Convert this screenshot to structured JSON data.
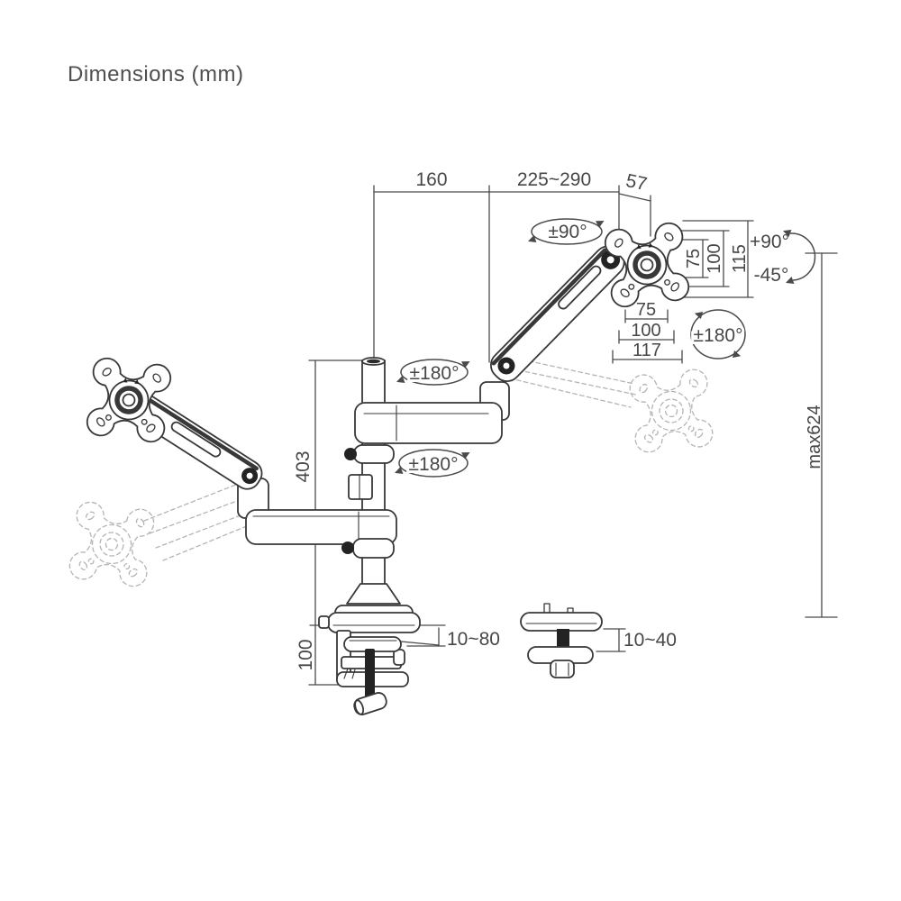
{
  "title": "Dimensions (mm)",
  "colors": {
    "line": "#383838",
    "dimension": "#4a4a4a",
    "ghost": "#b4b4b4",
    "background": "#ffffff"
  },
  "diagram": {
    "top_dims": {
      "arm_inner": "160",
      "arm_outer": "225~290",
      "head_offset": "57"
    },
    "vesa_side": {
      "d75": "75",
      "d100": "100",
      "d115": "115"
    },
    "vesa_bottom": {
      "d75": "75",
      "d100": "100",
      "d117": "117"
    },
    "tilt": {
      "up": "+90°",
      "down": "-45°"
    },
    "rotation": {
      "head_swivel": "±90°",
      "vesa_rotate": "±180°",
      "arm_upper": "±180°",
      "arm_lower": "±180°"
    },
    "vertical": {
      "pole_height": "403",
      "max_height": "max624"
    },
    "clamp": {
      "height": "100",
      "desk_range": "10~80"
    },
    "grommet": {
      "desk_range": "10~40"
    }
  }
}
